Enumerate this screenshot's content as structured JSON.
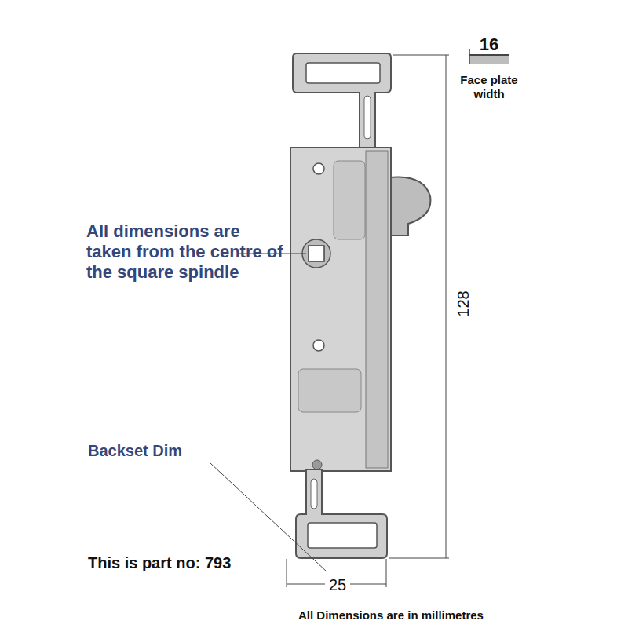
{
  "diagram": {
    "labels": [
      "16",
      "Face plate width",
      "All dimensions are taken from the centre of the square spindle",
      "128",
      "Backset Dim",
      "This is part no: 793",
      "25",
      "All Dimensions are in millimetres"
    ]
  }
}
